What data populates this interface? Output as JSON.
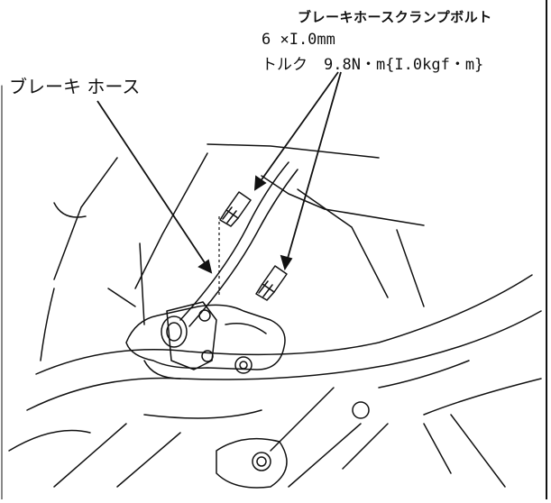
{
  "callouts": {
    "bolt_title": "ブレーキホースクランプボルト",
    "bolt_size": "6 ×I.0mm",
    "torque_label": "トルク",
    "torque_value": "9.8N・m{I.0kgf・m}",
    "hose_label": "ブレーキ ホース"
  },
  "icons": {
    "bolt": "bolt-icon",
    "hose": "brake-hose",
    "caliper": "brake-caliper"
  },
  "colors": {
    "ink": "#111111",
    "paper": "#ffffff"
  }
}
